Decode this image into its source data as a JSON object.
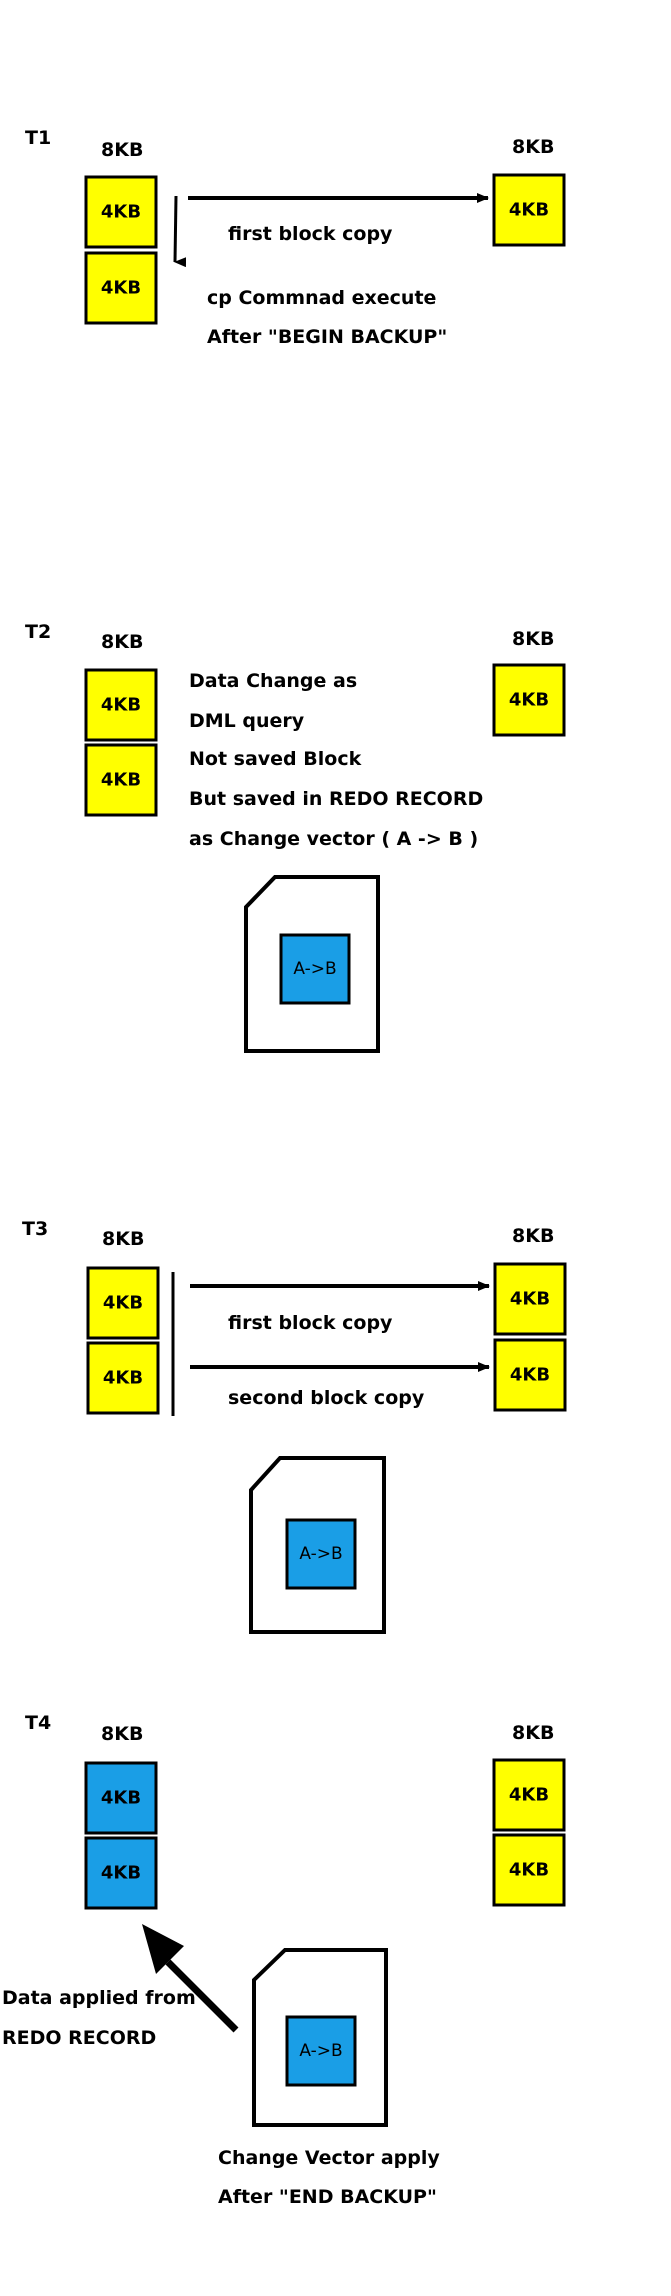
{
  "colors": {
    "block_yellow": "#ffff00",
    "block_blue": "#1a9ee6",
    "outline": "#000000"
  },
  "labels": {
    "size_8kb": "8KB",
    "size_4kb": "4KB",
    "change_vector": "A->B"
  },
  "t1": {
    "label": "T1",
    "arrow_text": "first block copy",
    "note_line1": "cp Commnad execute",
    "note_line2": "After \"BEGIN BACKUP\""
  },
  "t2": {
    "label": "T2",
    "note_lines": [
      "Data Change as",
      "DML query",
      "Not saved Block",
      "But saved in REDO RECORD",
      "as Change vector ( A -> B )"
    ]
  },
  "t3": {
    "label": "T3",
    "arrow1_text": "first block copy",
    "arrow2_text": "second block copy"
  },
  "t4": {
    "label": "T4",
    "left_note_line1": "Data applied from",
    "left_note_line2": "REDO RECORD",
    "bottom_note_line1": "Change Vector apply",
    "bottom_note_line2": "After \"END BACKUP\""
  }
}
